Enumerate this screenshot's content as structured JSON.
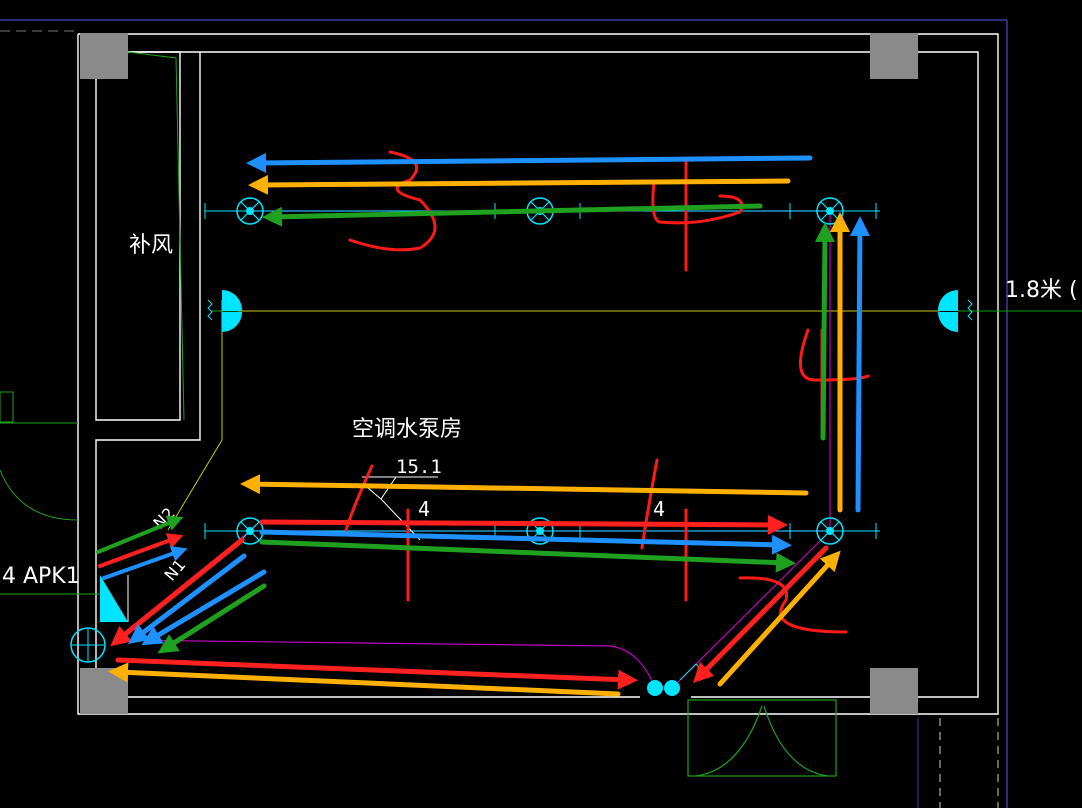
{
  "labels": {
    "fresh_air_room": "补风",
    "pump_room": "空调水泵房",
    "elevation_value": "15.1",
    "dim_left": "4",
    "dim_right": "4",
    "panel_label": "4 APK1",
    "height_note": "1.8米 (",
    "wire_tag_top": "N2",
    "wire_tag_bottom": "N1"
  },
  "colors": {
    "wall": "#ffffff",
    "column": "#8a8a8a",
    "lamp": "#00e5ff",
    "cable_magenta": "#c000c0",
    "cable_yellow": "#c8c800",
    "cable_green": "#00a000",
    "frame_blue": "#3a3aa0",
    "arrow_blue": "#1e90ff",
    "arrow_orange": "#ffb000",
    "arrow_green": "#1fa01f",
    "arrow_red": "#ff2020",
    "note_red": "#ff1a1a"
  },
  "icons": [
    "ceiling-lamp-icon",
    "wall-lamp-icon",
    "junction-box-icon",
    "distribution-panel-icon"
  ]
}
